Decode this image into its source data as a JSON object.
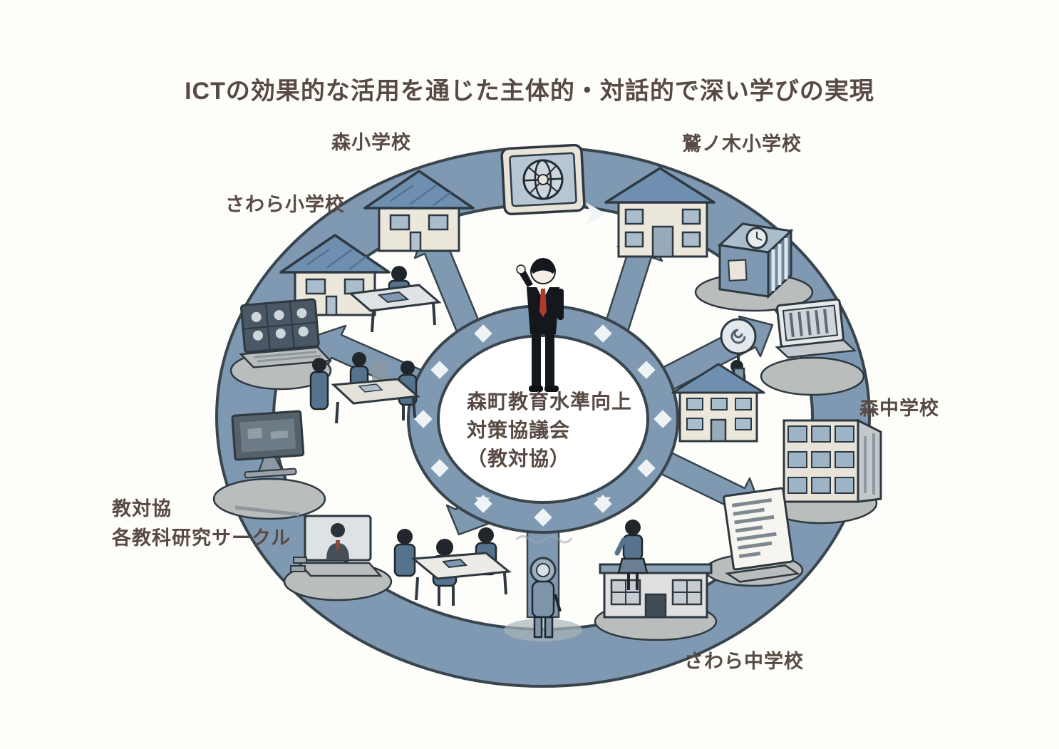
{
  "title": "ICTの効果的な活用を通じた主体的・対話的で深い学びの実現",
  "hub": {
    "line1": "森町教育水準向上",
    "line2": "対策協議会",
    "line3": "（教対協）"
  },
  "nodes": {
    "mori_elementary": {
      "label": "森小学校"
    },
    "sawara_elementary": {
      "label": "さわら小学校"
    },
    "washinoki_elementary": {
      "label": "鷲ノ木小学校"
    },
    "mori_junior_high": {
      "label": "森中学校"
    },
    "sawara_junior_high": {
      "label": "さわら中学校"
    },
    "kyotaikyo_circle": {
      "line1": "教対協",
      "line2": "各教科研究サークル"
    }
  },
  "colors": {
    "background": "#fdfdfa",
    "ring_blue": "#7e99b1",
    "ring_outline": "#39444d",
    "roof_blue": "#6e8fb0",
    "building_beige": "#ece7db",
    "window_blue": "#a9bdcc",
    "platform_gray": "#b9bdbc",
    "person_blue": "#56738e",
    "suit_black": "#14171b",
    "tie_red": "#b03a30",
    "label_text": "#584a43",
    "diamond_white": "#eef3f6"
  }
}
